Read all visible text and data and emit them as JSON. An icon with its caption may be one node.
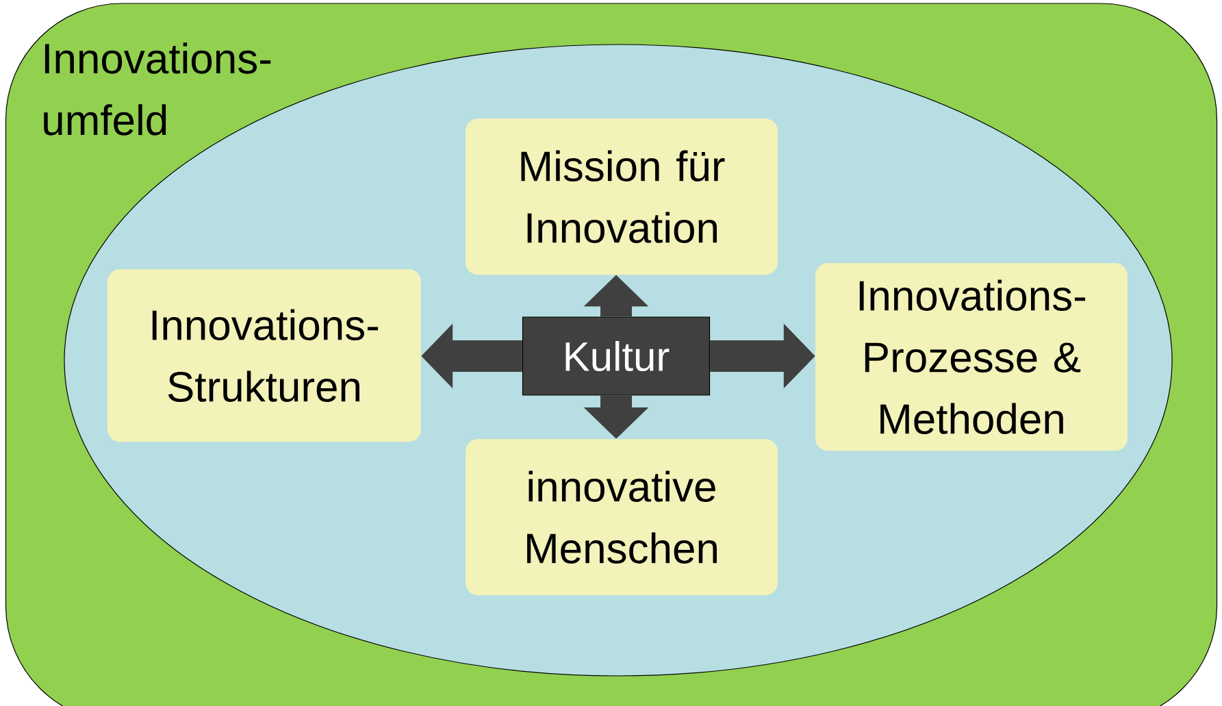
{
  "diagram": {
    "nodes": [
      {
        "text": [
          "Innovations- umfeld"
        ]
      },
      {
        "text": [],
        "shape": "ellipse",
        "in": 0
      },
      {
        "text": [
          "Mission für Innovation"
        ],
        "in": 1
      },
      {
        "text": [
          "Innovations- Strukturen"
        ],
        "in": 1
      },
      {
        "text": [
          "Kultur"
        ],
        "in": 1
      },
      {
        "text": [
          "Innovations- Prozesse & Methoden"
        ],
        "in": 1
      },
      {
        "text": [
          "innovative Menschen"
        ],
        "in": 1
      }
    ],
    "edges": [
      {
        "from": 4,
        "to": 2,
        "arrow": "to"
      },
      {
        "from": 4,
        "to": 3,
        "arrow": "to"
      },
      {
        "from": 4,
        "to": 5,
        "arrow": "to"
      },
      {
        "from": 4,
        "to": 6,
        "arrow": "to"
      }
    ]
  }
}
